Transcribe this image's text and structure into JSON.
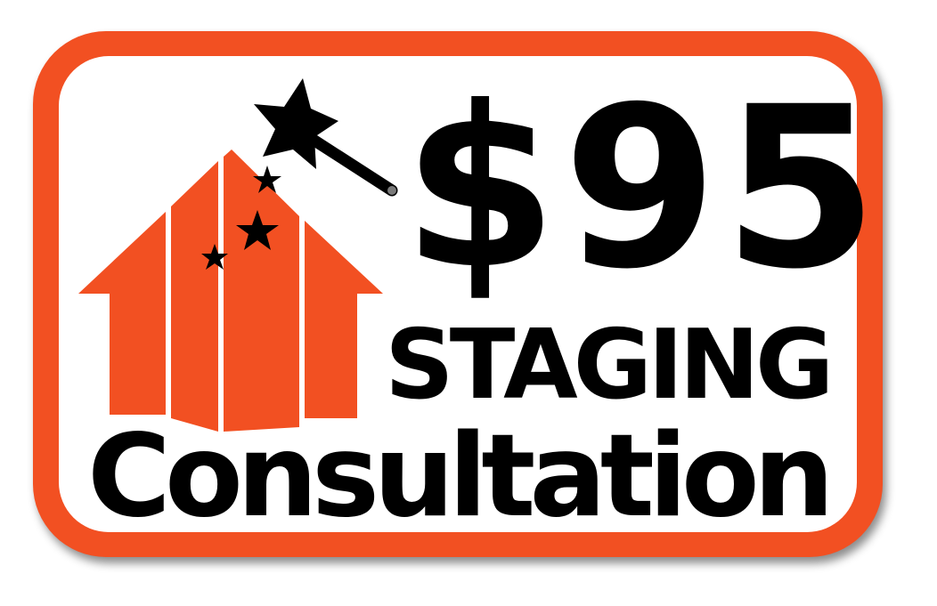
{
  "sign": {
    "price": "$95",
    "line1": "STAGING",
    "line2": "Consultation"
  },
  "icons": {
    "logo": "house-with-magic-wand-icon",
    "wand": "magic-wand-icon",
    "stars": "sparkle-star-icon"
  },
  "colors": {
    "accent": "#f25022",
    "text": "#000000",
    "background": "#ffffff"
  }
}
